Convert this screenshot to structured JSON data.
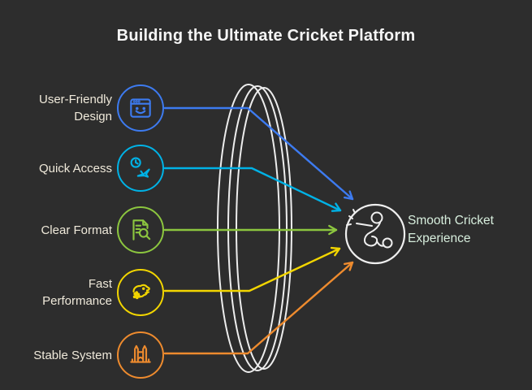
{
  "title": "Building the Ultimate Cricket Platform",
  "items": [
    {
      "label": "User-Friendly Design",
      "icon": "browser-smile-icon",
      "color": "#3d7bf0"
    },
    {
      "label": "Quick Access",
      "icon": "clock-airplane-icon",
      "color": "#00b2e6"
    },
    {
      "label": "Clear Format",
      "icon": "document-search-icon",
      "color": "#8cc63f"
    },
    {
      "label": "Fast Performance",
      "icon": "cheetah-icon",
      "color": "#f2d500"
    },
    {
      "label": "Stable System",
      "icon": "bridge-icon",
      "color": "#ee8b2e"
    }
  ],
  "result": {
    "label": "Smooth Cricket Experience",
    "icon": "cricket-batsman-icon",
    "circle_color": "#efefef",
    "text_color": "#d7eedd"
  },
  "colors": {
    "background": "#2d2d2d",
    "title": "#f5f5f5",
    "label": "#efe9da",
    "lens": "#ededed"
  }
}
